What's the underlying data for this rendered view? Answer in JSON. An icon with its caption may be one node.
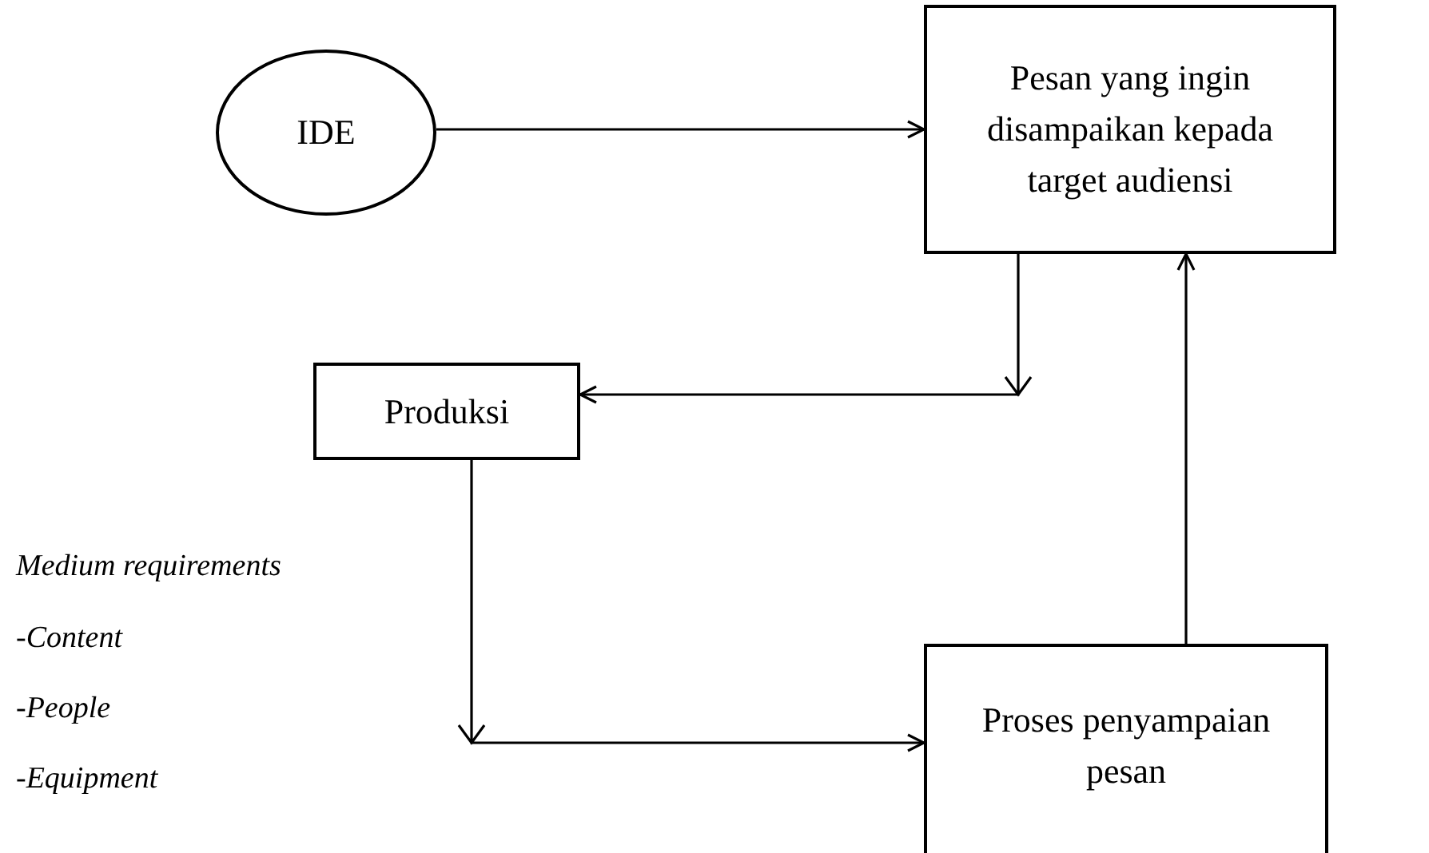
{
  "diagram": {
    "nodes": [
      {
        "text": [
          "IDE"
        ]
      },
      {
        "text": [
          "Pesan yang ingin disampaikan kepada target audiensi"
        ]
      },
      {
        "text": [
          "Produksi"
        ]
      },
      {
        "text": [
          "Proses penyampaian pesan"
        ]
      }
    ],
    "edges": [
      {
        "from": 0,
        "to": 1,
        "arrow": "to"
      },
      {
        "from": 1,
        "to": 2,
        "arrow": "to"
      },
      {
        "from": 2,
        "to": 3,
        "arrow": "to"
      },
      {
        "from": 3,
        "to": 1,
        "arrow": "to"
      }
    ],
    "labels": [
      "Medium requirements",
      "-Content",
      "-People",
      "-Equipment"
    ]
  }
}
